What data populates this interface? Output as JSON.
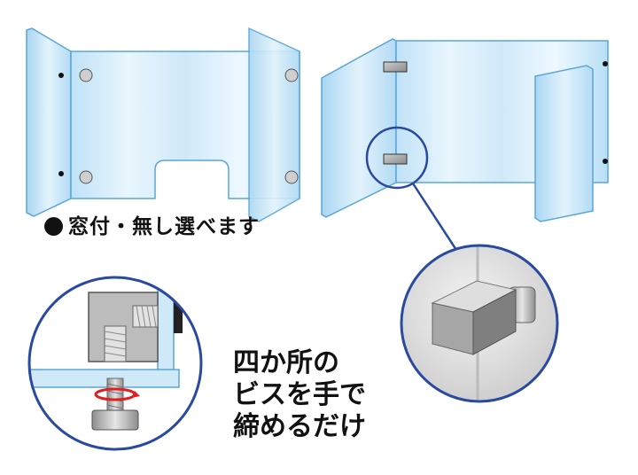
{
  "captions": {
    "window_option": "窓付・無し選べます",
    "instruction_line1": "四か所の",
    "instruction_line2": "ビスを手で",
    "instruction_line3": "締めるだけ"
  },
  "icons": {
    "bullet": "filled-circle",
    "rotation": "rotate-arrow-icon"
  },
  "colors": {
    "acrylic_fill": "#cfe9f9",
    "acrylic_edge": "#5aa6d8",
    "circle_stroke": "#2a4aa0",
    "rotation_arrow": "#e02020"
  }
}
